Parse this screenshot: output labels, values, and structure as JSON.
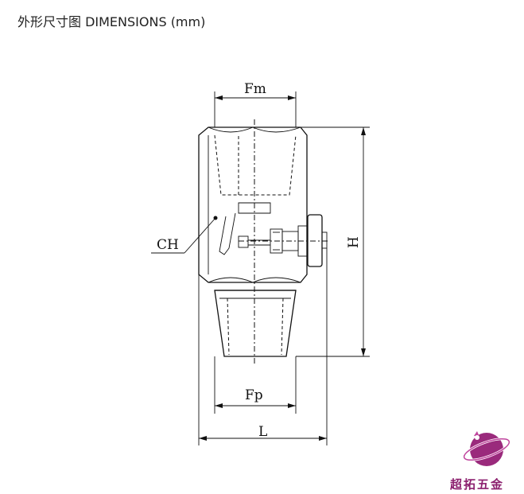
{
  "title": "外形尺寸图  DIMENSIONS (mm)",
  "labels": {
    "fm": "Fm",
    "fp": "Fp",
    "h": "H",
    "l": "L",
    "ch": "CH"
  },
  "logo": {
    "text": "超拓五金",
    "icon": "globe-logo-icon",
    "color": "#8b1f6e"
  }
}
